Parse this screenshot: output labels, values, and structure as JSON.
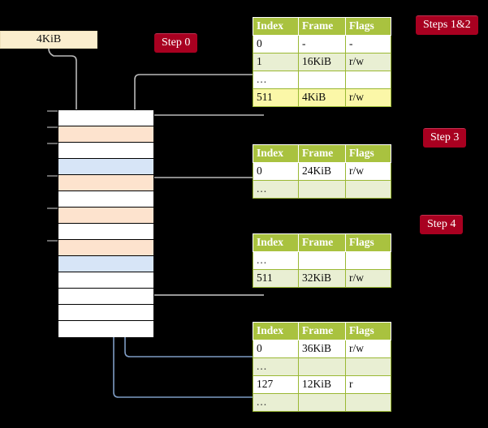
{
  "source_box": {
    "label": "4KiB"
  },
  "badges": [
    {
      "name": "step-0",
      "label": "Step 0"
    },
    {
      "name": "steps-1-2",
      "label": "Steps 1&2"
    },
    {
      "name": "step-3",
      "label": "Step 3"
    },
    {
      "name": "step-4",
      "label": "Step 4"
    }
  ],
  "columns": {
    "index": "Index",
    "frame": "Frame",
    "flags": "Flags"
  },
  "tables": [
    {
      "name": "page-table-level-4",
      "rows": [
        {
          "index": "0",
          "frame": "-",
          "flags": "-",
          "style": "plain"
        },
        {
          "index": "1",
          "frame": "16KiB",
          "flags": "r/w",
          "style": "alt"
        },
        {
          "index": "...",
          "frame": "",
          "flags": "",
          "style": "plain"
        },
        {
          "index": "511",
          "frame": "4KiB",
          "flags": "r/w",
          "style": "hl"
        }
      ]
    },
    {
      "name": "page-table-level-3",
      "rows": [
        {
          "index": "0",
          "frame": "24KiB",
          "flags": "r/w",
          "style": "plain"
        },
        {
          "index": "...",
          "frame": "",
          "flags": "",
          "style": "alt"
        }
      ]
    },
    {
      "name": "page-table-level-2",
      "rows": [
        {
          "index": "...",
          "frame": "",
          "flags": "",
          "style": "plain"
        },
        {
          "index": "511",
          "frame": "32KiB",
          "flags": "r/w",
          "style": "alt"
        }
      ]
    },
    {
      "name": "page-table-level-1",
      "rows": [
        {
          "index": "0",
          "frame": "36KiB",
          "flags": "r/w",
          "style": "plain"
        },
        {
          "index": "...",
          "frame": "",
          "flags": "",
          "style": "alt"
        },
        {
          "index": "127",
          "frame": "12KiB",
          "flags": "r",
          "style": "plain"
        },
        {
          "index": "...",
          "frame": "",
          "flags": "",
          "style": "alt"
        }
      ]
    }
  ],
  "memory_column": {
    "rows": [
      {
        "fill": "white"
      },
      {
        "fill": "orange"
      },
      {
        "fill": "white"
      },
      {
        "fill": "blue"
      },
      {
        "fill": "orange"
      },
      {
        "fill": "white"
      },
      {
        "fill": "orange"
      },
      {
        "fill": "white"
      },
      {
        "fill": "orange"
      },
      {
        "fill": "blue"
      },
      {
        "fill": "white"
      },
      {
        "fill": "white"
      },
      {
        "fill": "white"
      },
      {
        "fill": "white"
      }
    ]
  },
  "colors": {
    "background": "#000000",
    "badge": "#a80020",
    "table_header": "#a9c23f",
    "table_alt_row": "#e9efd3",
    "table_highlight_row": "#fbf7a8",
    "source_box": "#fbeece",
    "mem_orange": "#fde3ce",
    "mem_blue": "#d7e5f7",
    "wire_grey": "#b9b9b9",
    "wire_blue": "#7e9cc4"
  }
}
